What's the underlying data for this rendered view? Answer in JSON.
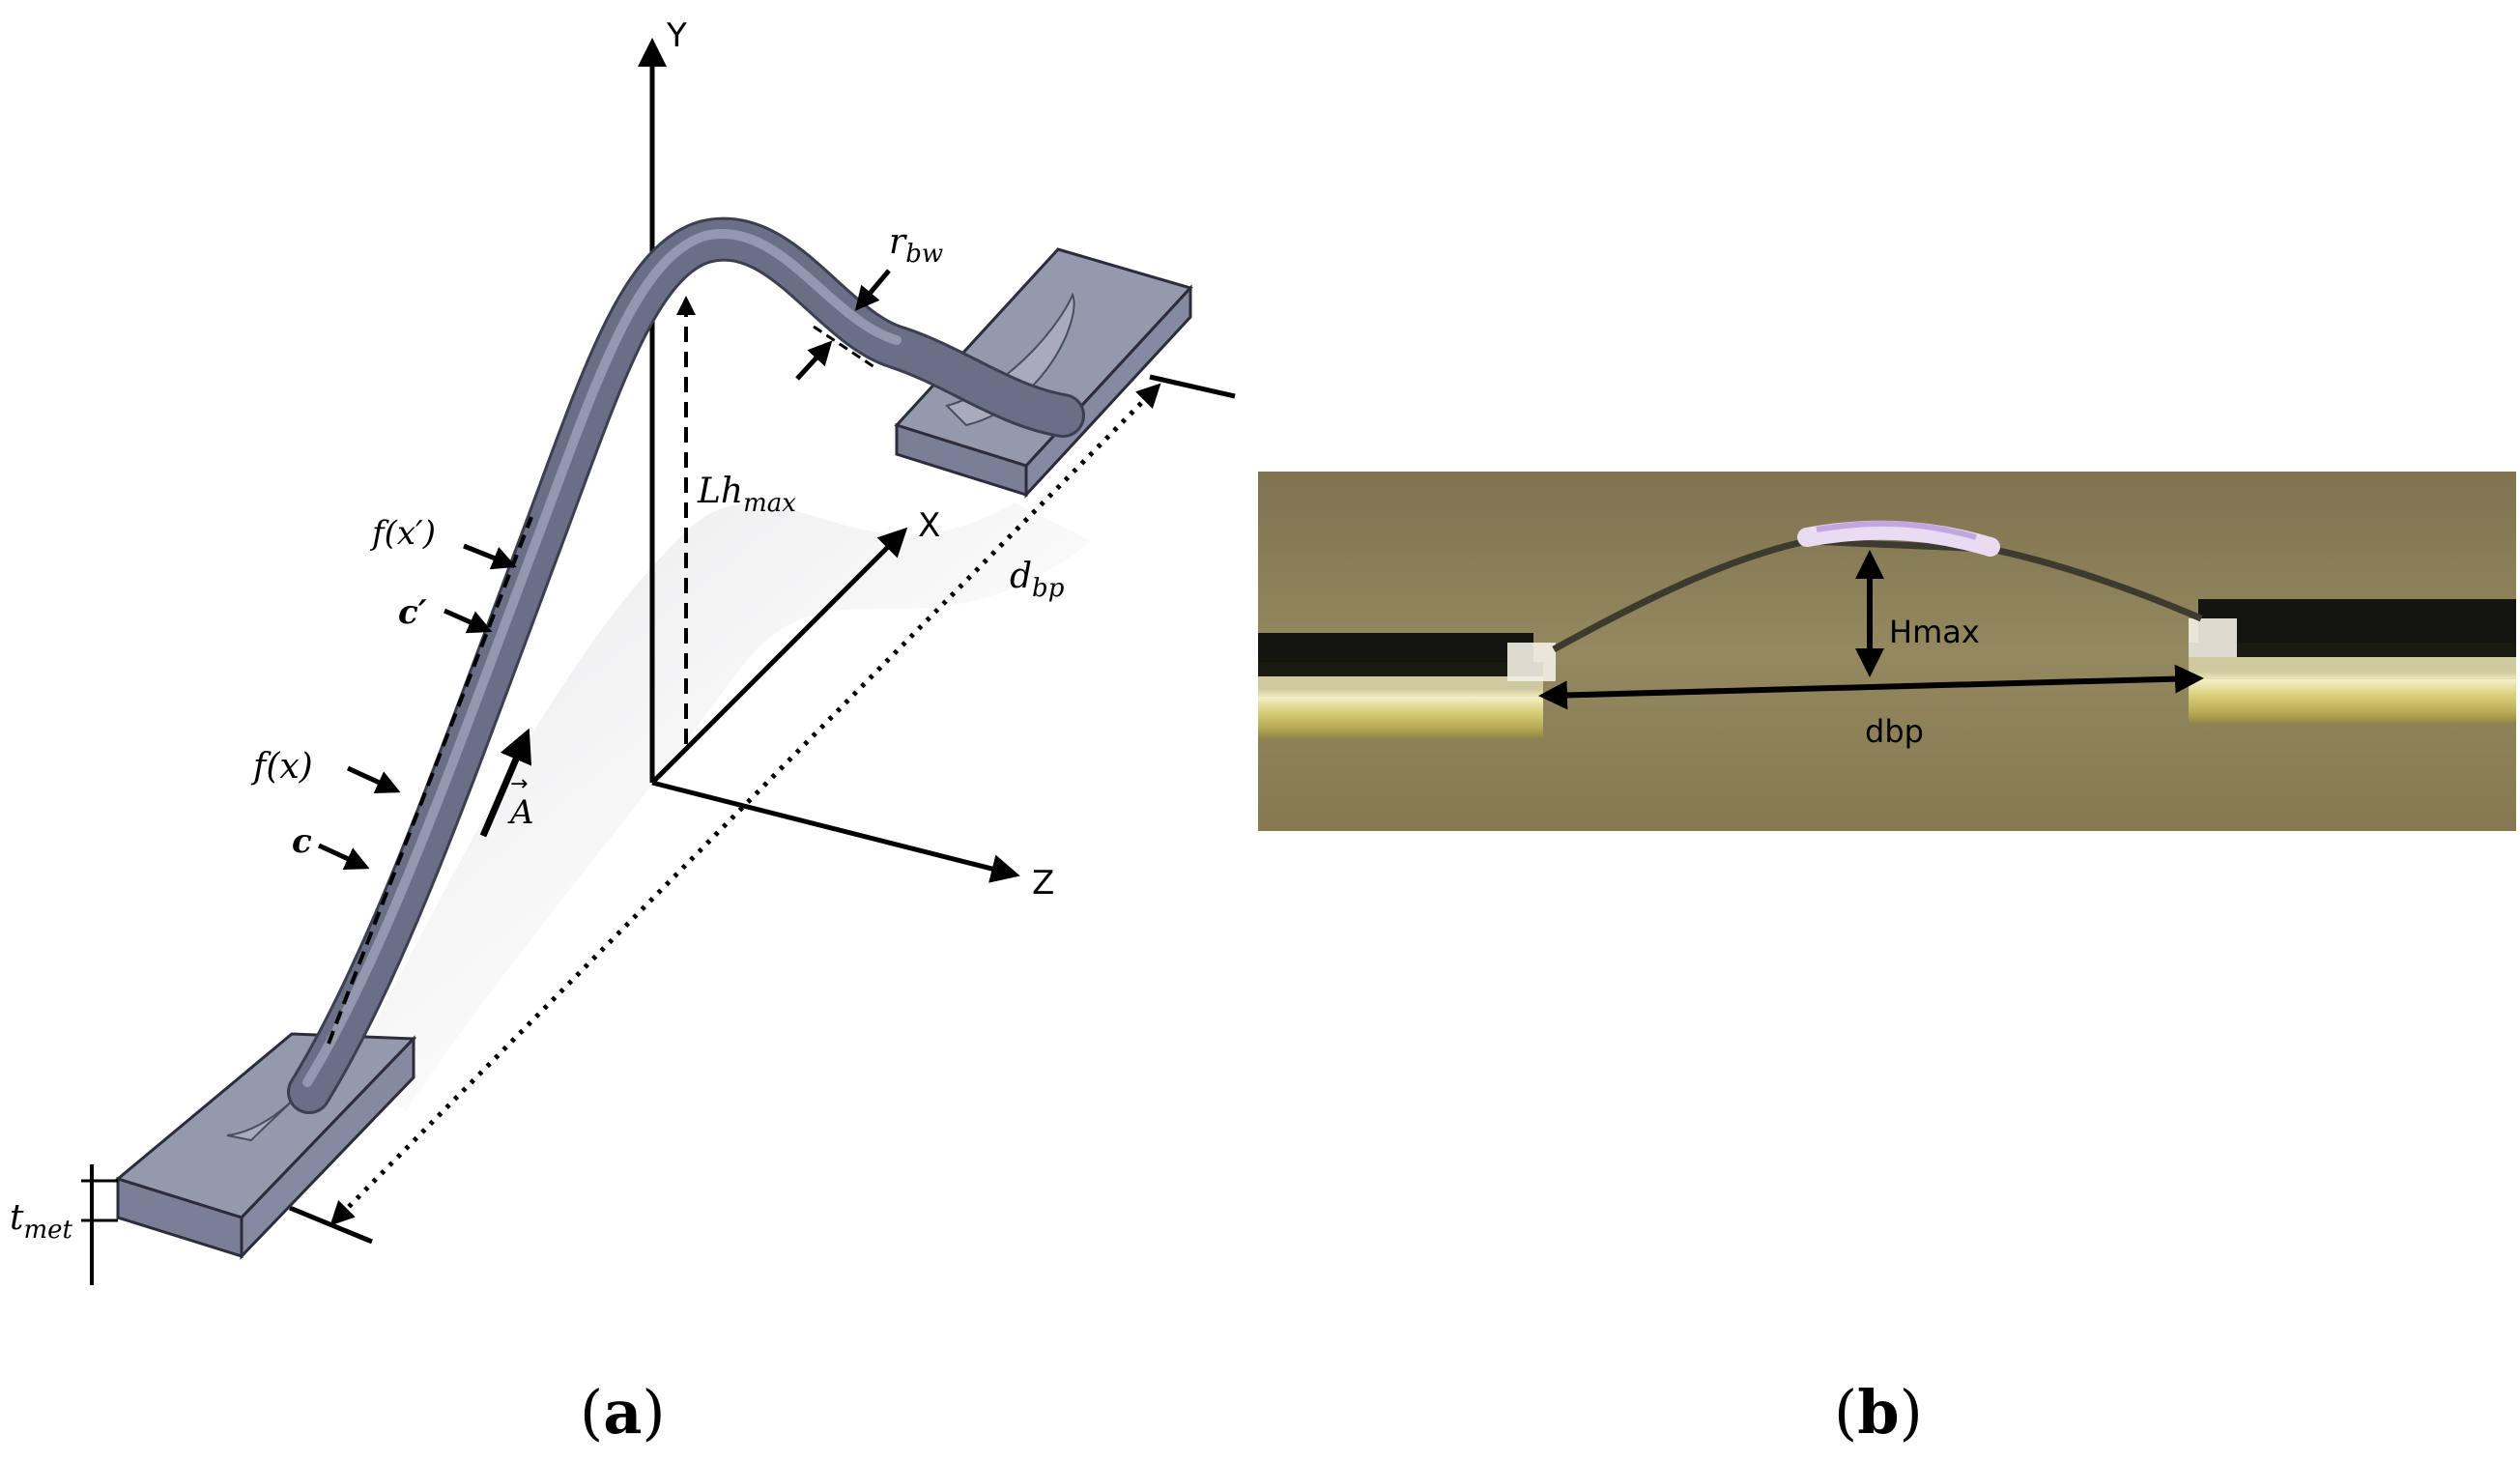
{
  "panel_a": {
    "axes": {
      "y": "Y",
      "x": "X",
      "z": "Z"
    },
    "labels": {
      "r_bw": {
        "base": "r",
        "sub": "bw"
      },
      "lh_max": {
        "base": "Lh",
        "sub": "max"
      },
      "d_bp": {
        "base": "d",
        "sub": "bp"
      },
      "f_x_prime": "f(x′)",
      "c_prime": "c′",
      "f_x": "f(x)",
      "c": "c",
      "vector_a": "A",
      "vector_arrow": "→",
      "t_met": {
        "base": "t",
        "sub": "met"
      }
    },
    "caption": {
      "open": "(",
      "letter": "a",
      "close": ")"
    }
  },
  "panel_b": {
    "labels": {
      "hmax": "Hmax",
      "dbp": "dbp"
    },
    "caption": {
      "open": "(",
      "letter": "b",
      "close": ")"
    }
  },
  "colors": {
    "wire": "#6b6f86",
    "pad_top": "#9599ad",
    "pad_side": "#7b7f96",
    "photo_bg": "#8c7f58",
    "annotation": "#000000"
  }
}
